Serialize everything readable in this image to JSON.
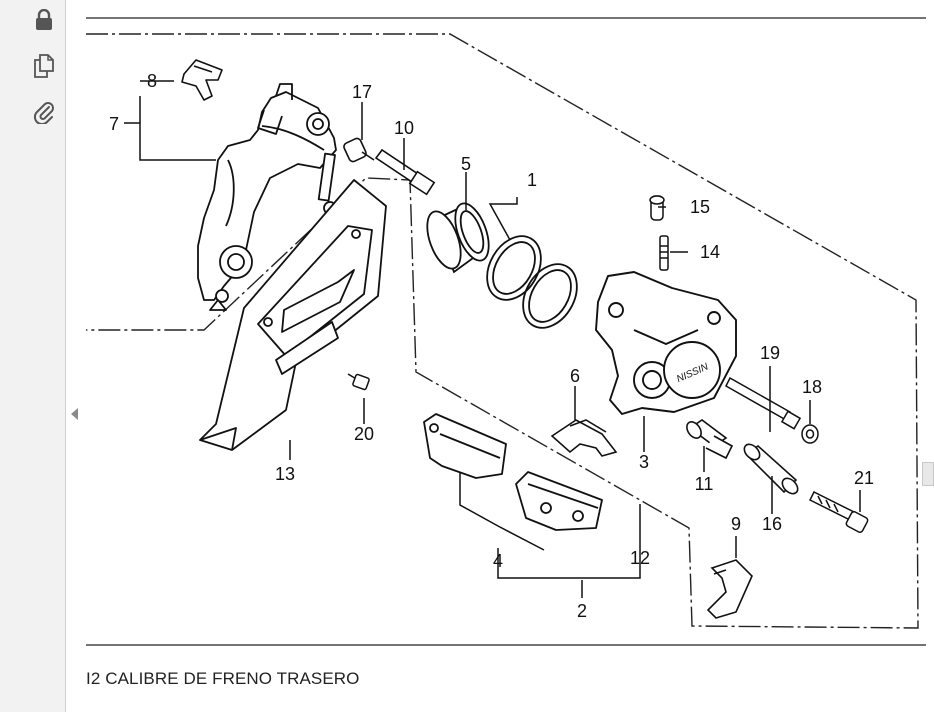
{
  "sidebar": {
    "items": [
      {
        "icon": "lock-icon"
      },
      {
        "icon": "copy-pages-icon"
      },
      {
        "icon": "paperclip-icon"
      }
    ]
  },
  "diagram": {
    "callouts": {
      "c1": "1",
      "c2": "2",
      "c3": "3",
      "c4": "4",
      "c5": "5",
      "c6": "6",
      "c7": "7",
      "c8": "8",
      "c9": "9",
      "c10": "10",
      "c11": "11",
      "c12": "12",
      "c13": "13",
      "c14": "14",
      "c15": "15",
      "c16": "16",
      "c17": "17",
      "c18": "18",
      "c19": "19",
      "c20": "20",
      "c21": "21"
    },
    "caption": "I2 CALIBRE DE FRENO TRASERO",
    "logo_text": "NISSIN"
  }
}
